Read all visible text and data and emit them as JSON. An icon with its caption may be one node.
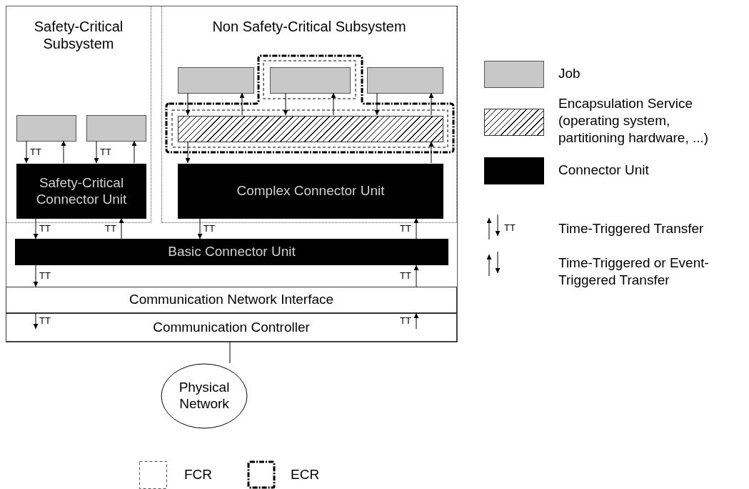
{
  "diagram": {
    "nodes": [
      {
        "text": [
          "Safety-Critical Subsystem"
        ]
      },
      {
        "text": [
          "Non Safety-Critical Subsystem"
        ]
      },
      {
        "text": [],
        "shape": "box",
        "in": 0
      },
      {
        "text": [],
        "shape": "box",
        "in": 0
      },
      {
        "text": [
          "Safety-Critical Connector Unit"
        ],
        "in": 0
      },
      {
        "text": [],
        "shape": "box",
        "in": 1
      },
      {
        "text": [],
        "shape": "box",
        "in": 1
      },
      {
        "text": [],
        "shape": "box",
        "in": 1
      },
      {
        "text": [],
        "shape": "bar",
        "in": 1
      },
      {
        "text": [
          "Complex Connector Unit"
        ],
        "in": 1
      },
      {
        "text": [
          "Basic Connector Unit"
        ]
      },
      {
        "text": [
          "Communication Network Interface"
        ]
      },
      {
        "text": [
          "Communication Controller"
        ]
      },
      {
        "text": [
          "Physical Network"
        ]
      }
    ],
    "edges": [
      {
        "from": 2,
        "to": 4,
        "arrow": "to",
        "label": "TT"
      },
      {
        "from": 4,
        "to": 2,
        "arrow": "to"
      },
      {
        "from": 3,
        "to": 4,
        "arrow": "to",
        "label": "TT"
      },
      {
        "from": 4,
        "to": 3,
        "arrow": "to"
      },
      {
        "from": 5,
        "to": 8,
        "arrow": "to"
      },
      {
        "from": 8,
        "to": 5,
        "arrow": "to"
      },
      {
        "from": 6,
        "to": 8,
        "arrow": "to"
      },
      {
        "from": 8,
        "to": 6,
        "arrow": "to"
      },
      {
        "from": 7,
        "to": 8,
        "arrow": "to"
      },
      {
        "from": 8,
        "to": 7,
        "arrow": "to"
      },
      {
        "from": 8,
        "to": 9,
        "arrow": "to"
      },
      {
        "from": 9,
        "to": 8,
        "arrow": "to"
      },
      {
        "from": 4,
        "to": 10,
        "arrow": "to",
        "label": "TT"
      },
      {
        "from": 10,
        "to": 4,
        "arrow": "to",
        "label": "TT"
      },
      {
        "from": 9,
        "to": 10,
        "arrow": "to",
        "label": "TT"
      },
      {
        "from": 10,
        "to": 9,
        "arrow": "to",
        "label": "TT"
      },
      {
        "from": 10,
        "to": 11,
        "arrow": "to",
        "label": "TT"
      },
      {
        "from": 11,
        "to": 10,
        "arrow": "to",
        "label": "TT"
      },
      {
        "from": 11,
        "to": 12,
        "arrow": "to",
        "label": "TT"
      },
      {
        "from": 12,
        "to": 11,
        "arrow": "to",
        "label": "TT"
      },
      {
        "from": 12,
        "to": 13,
        "arrow": "none"
      }
    ],
    "labels": [
      "TT"
    ],
    "legend": [
      {
        "text": "Job",
        "color": "#c8c8c8"
      },
      {
        "text": "Encapsulation Service (operating system, partitioning hardware, ...)"
      },
      {
        "text": "Connector Unit",
        "color": "#000000"
      },
      {
        "text": "Time-Triggered Transfer"
      },
      {
        "text": "Time-Triggered or Event-Triggered Transfer"
      },
      {
        "text": "FCR"
      },
      {
        "text": "ECR"
      }
    ]
  }
}
